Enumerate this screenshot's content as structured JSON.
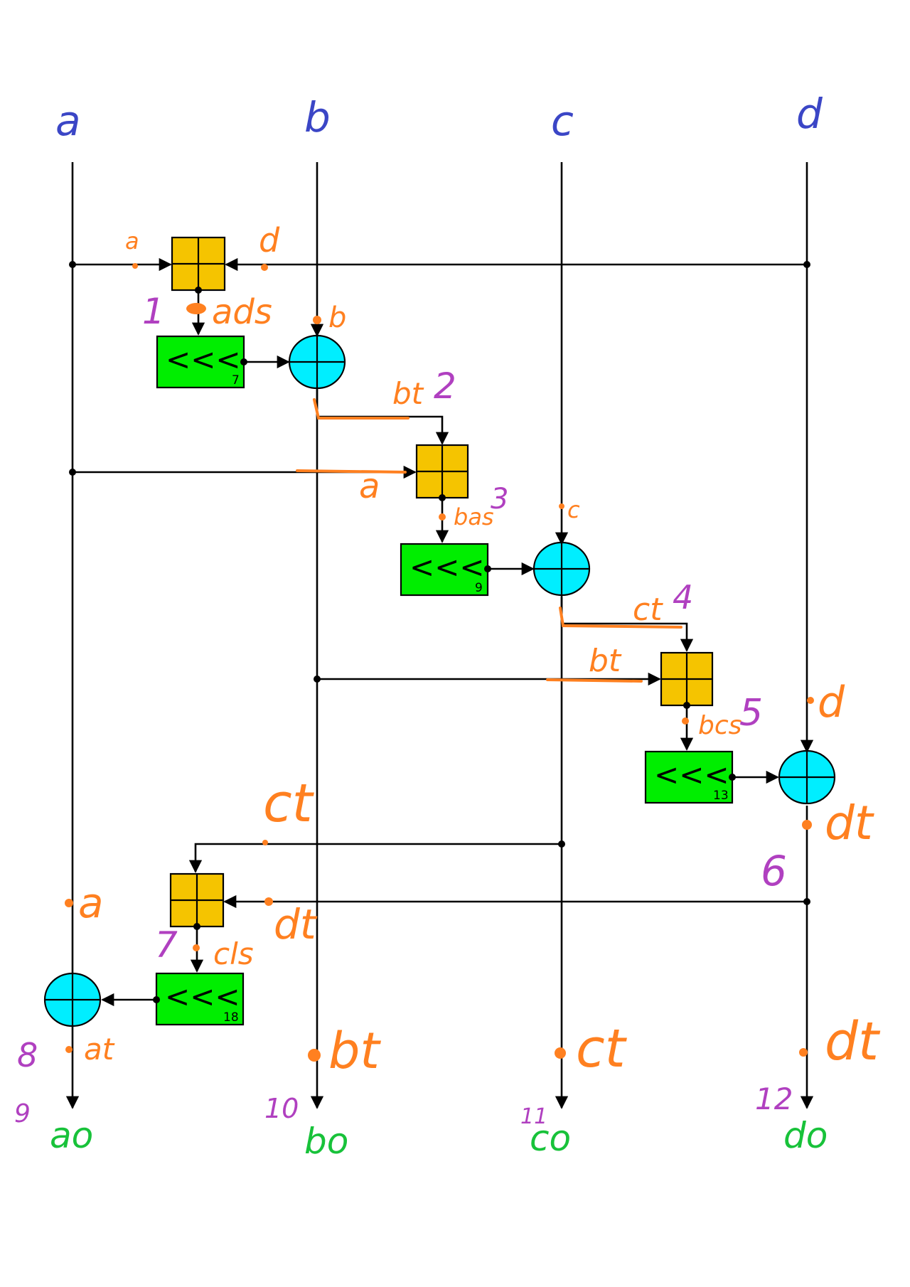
{
  "inputs": [
    "a",
    "b",
    "c",
    "d"
  ],
  "outputs": [
    "ao",
    "bo",
    "co",
    "do"
  ],
  "rotations": [
    "7",
    "9",
    "13",
    "18"
  ],
  "rot_symbol": "<<<",
  "annotations": {
    "a1": "a",
    "d1": "d",
    "step1": "1",
    "ads": "ads",
    "b1": "b",
    "bt1": "bt",
    "step2": "2",
    "a2": "a",
    "bas": "bas",
    "step3": "3",
    "c1": "c",
    "ct1": "ct",
    "step4": "4",
    "bt2": "bt",
    "bcs": "bcs",
    "step5": "5",
    "d2": "d",
    "dt1": "dt",
    "step6": "6",
    "ct2": "ct",
    "a3": "a",
    "dt2": "dt",
    "step7": "7",
    "cls": "cls",
    "step8": "8",
    "at": "at",
    "step9": "9",
    "bt3": "bt",
    "step10": "10",
    "ct3": "ct",
    "step11": "11",
    "dt3": "dt",
    "step12": "12"
  },
  "colors": {
    "input_label": "#3b46c6",
    "output_label": "#18c23a",
    "annotation": "#ff8020",
    "step_number": "#b040c0",
    "adder": "#f5c400",
    "rotate": "#00ee00",
    "xor": "#00eeff"
  }
}
